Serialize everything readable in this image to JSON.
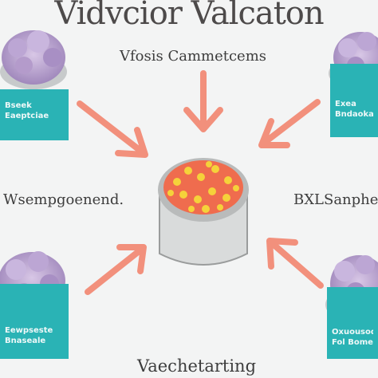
{
  "title": "Vidvcior Valcaton",
  "top_label": "Vfosis Cammetcems",
  "left_label": "Wsempgoenend.",
  "right_label": "BXLSanphe",
  "bottom_label": "Vaechetarting",
  "cards": {
    "top_left": [
      "Bseek",
      "Eaeptciae"
    ],
    "top_right": [
      "Exea",
      "Bndaoka"
    ],
    "bottom_left": [
      "Eewpseste",
      "Bnaseale"
    ],
    "bottom_right": [
      "Oxuousode",
      "Fol Bome"
    ]
  },
  "colors": {
    "teal": "#2ab3b5",
    "arrow": "#f2907c",
    "cluster": "#b49bcb",
    "sauce": "#ef6c4e",
    "dots": "#f5d23a",
    "pot": "#d9dbdb"
  }
}
